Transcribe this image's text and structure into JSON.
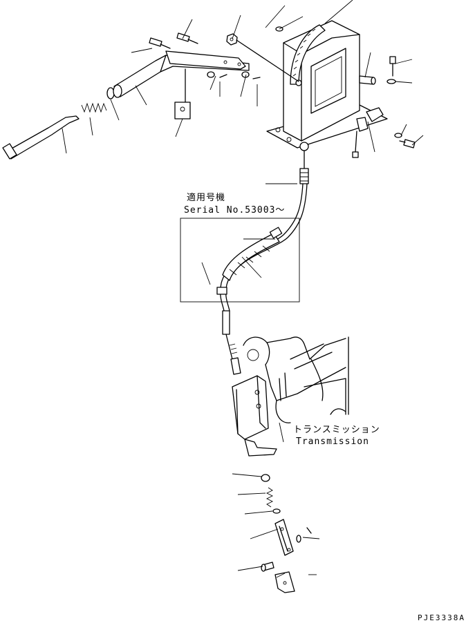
{
  "serial_note": {
    "title_jp": "適用号機",
    "serial": "Serial No.53003〜"
  },
  "transmission_label": {
    "jp": "トランスミッション",
    "en": "Transmission"
  },
  "drawing_code": "PJE3338A"
}
